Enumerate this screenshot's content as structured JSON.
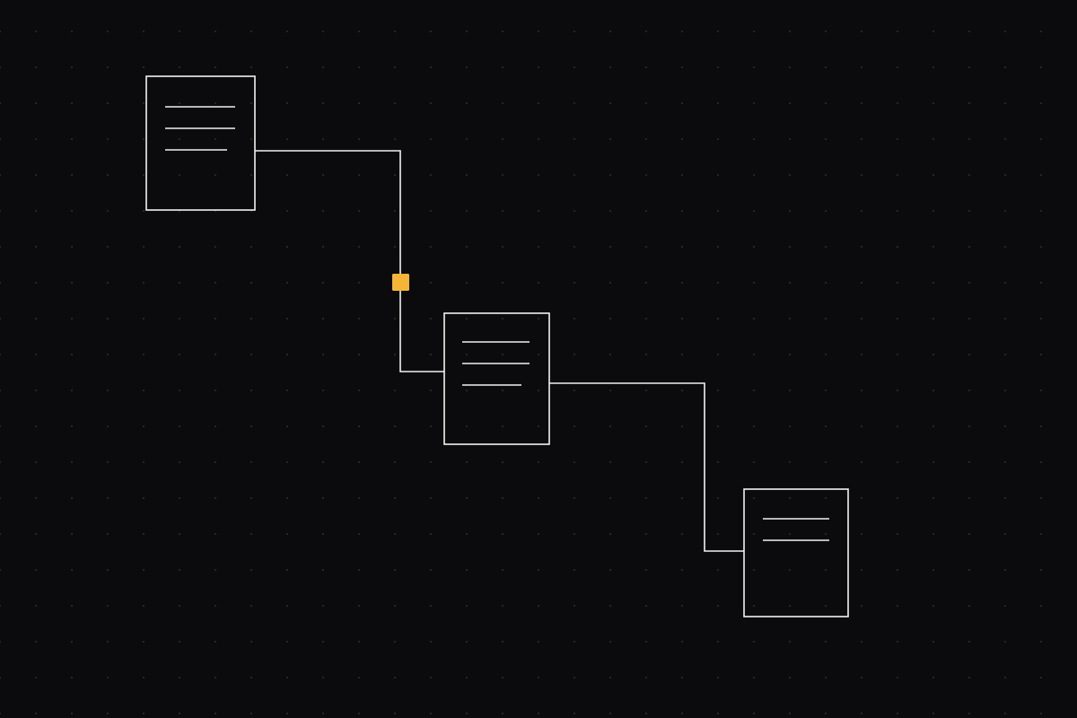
{
  "colors": {
    "background": "#0b0b0d",
    "grid_dot": "#3a3a3e",
    "stroke": "#f2f2f2",
    "accent": "#f7b538"
  },
  "diagram": {
    "nodes": [
      {
        "id": "doc-1",
        "icon": "document-icon",
        "text_lines": 3
      },
      {
        "id": "doc-2",
        "icon": "document-icon",
        "text_lines": 3
      },
      {
        "id": "doc-3",
        "icon": "document-icon",
        "text_lines": 2
      }
    ],
    "connectors": [
      {
        "from": "doc-1",
        "to": "doc-2",
        "marker": "square"
      },
      {
        "from": "doc-2",
        "to": "doc-3",
        "marker": null
      }
    ]
  }
}
